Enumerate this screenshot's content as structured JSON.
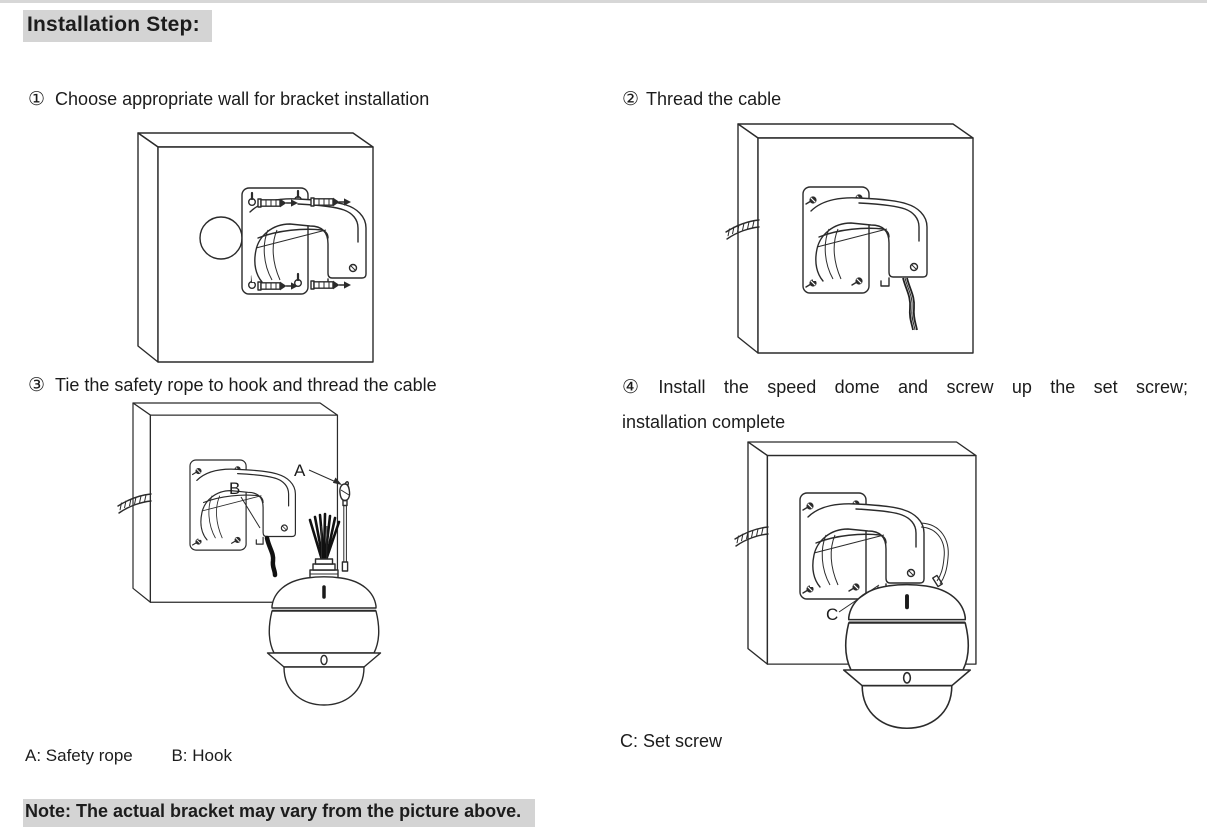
{
  "doc": {
    "title": "Installation Step:",
    "note": "Note: The actual bracket may vary from the picture above.",
    "highlight_color": "#d4d4d4",
    "ink_color": "#1c1c1c",
    "line_color": "#2b2b2b"
  },
  "steps": [
    {
      "num": "①",
      "text": "Choose appropriate wall for bracket installation"
    },
    {
      "num": "②",
      "text": "Thread the cable"
    },
    {
      "num": "③",
      "text": "Tie the safety rope to hook and thread the cable"
    },
    {
      "num": "④",
      "text": "Install the speed dome and screw up the set screw;",
      "text2": "installation complete"
    }
  ],
  "callouts": {
    "a": "A",
    "b": "B",
    "c": "C"
  },
  "legend": {
    "safety_rope": "A: Safety rope",
    "hook": "B: Hook",
    "set_screw": "C: Set screw"
  },
  "figures": [
    {
      "name": "wall-bracket-with-expansion-bolts"
    },
    {
      "name": "wall-bracket-cable-threaded"
    },
    {
      "name": "speed-dome-hanging-by-safety-rope"
    },
    {
      "name": "speed-dome-installed-on-bracket"
    }
  ]
}
